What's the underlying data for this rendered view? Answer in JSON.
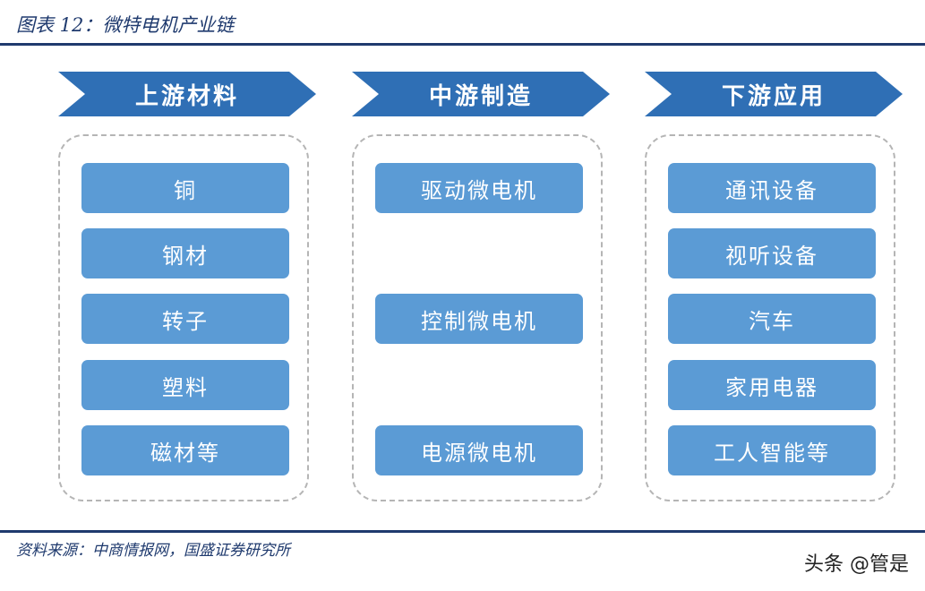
{
  "header": {
    "title": "图表 12：微特电机产业链"
  },
  "columns": [
    {
      "heading": "上游材料",
      "items": [
        "铜",
        "钢材",
        "转子",
        "塑料",
        "磁材等"
      ]
    },
    {
      "heading": "中游制造",
      "items": [
        "驱动微电机",
        "控制微电机",
        "电源微电机"
      ]
    },
    {
      "heading": "下游应用",
      "items": [
        "通讯设备",
        "视听设备",
        "汽车",
        "家用电器",
        "工人智能等"
      ]
    }
  ],
  "footer": {
    "source": "资料来源：中商情报网，国盛证券研究所",
    "watermark": "头条 @管是"
  },
  "colors": {
    "chevron": "#2f6fb5",
    "item": "#5b9bd5",
    "rule": "#1f3a6e",
    "dashed_border": "#b5b5b5"
  }
}
